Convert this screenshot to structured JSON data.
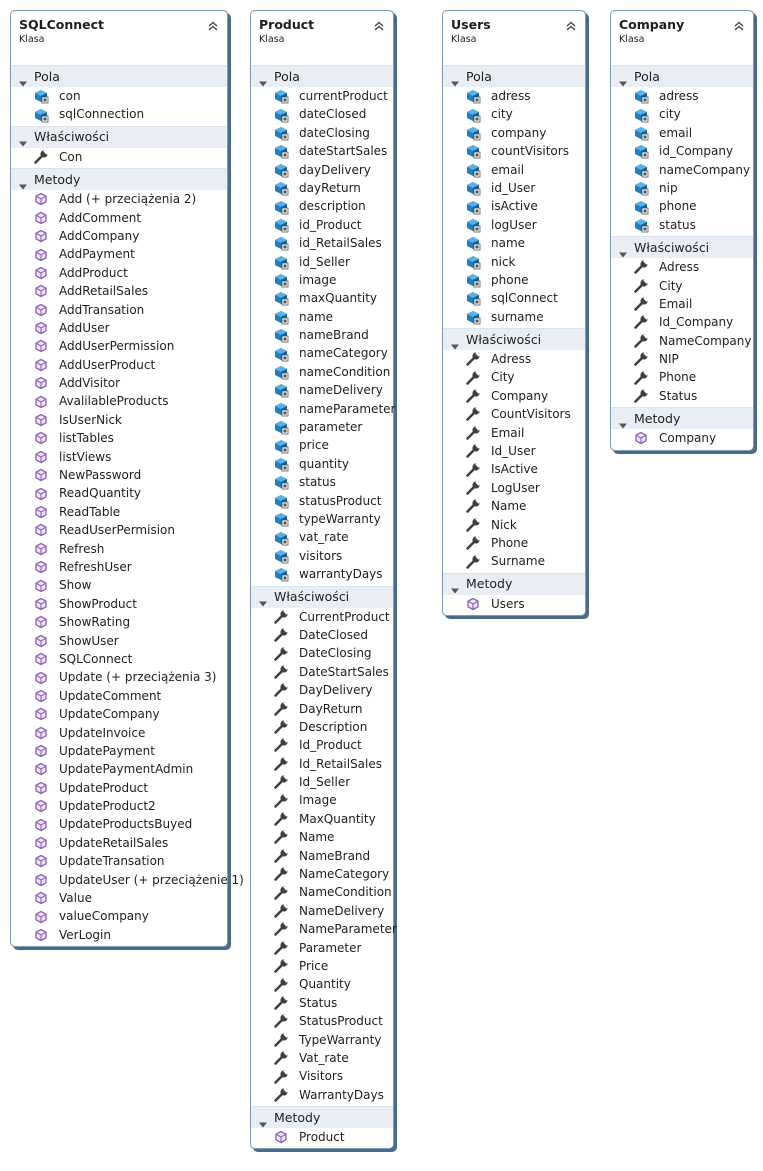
{
  "classes": [
    {
      "name": "SQLConnect",
      "kind": "Klasa",
      "sections": [
        {
          "title": "Pola",
          "type": "field",
          "items": [
            "con",
            "sqlConnection"
          ]
        },
        {
          "title": "Właściwości",
          "type": "property",
          "items": [
            "Con"
          ]
        },
        {
          "title": "Metody",
          "type": "method",
          "items": [
            "Add (+ przeciążenia 2)",
            "AddComment",
            "AddCompany",
            "AddPayment",
            "AddProduct",
            "AddRetailSales",
            "AddTransation",
            "AddUser",
            "AddUserPermission",
            "AddUserProduct",
            "AddVisitor",
            "AvalilableProducts",
            "IsUserNick",
            "listTables",
            "listViews",
            "NewPassword",
            "ReadQuantity",
            "ReadTable",
            "ReadUserPermision",
            "Refresh",
            "RefreshUser",
            "Show",
            "ShowProduct",
            "ShowRating",
            "ShowUser",
            "SQLConnect",
            "Update (+ przeciążenia 3)",
            "UpdateComment",
            "UpdateCompany",
            "UpdateInvoice",
            "UpdatePayment",
            "UpdatePaymentAdmin",
            "UpdateProduct",
            "UpdateProduct2",
            "UpdateProductsBuyed",
            "UpdateRetailSales",
            "UpdateTransation",
            "UpdateUser (+ przeciążenie 1)",
            "Value",
            "valueCompany",
            "VerLogin"
          ]
        }
      ]
    },
    {
      "name": "Product",
      "kind": "Klasa",
      "sections": [
        {
          "title": "Pola",
          "type": "field",
          "items": [
            "currentProduct",
            "dateClosed",
            "dateClosing",
            "dateStartSales",
            "dayDelivery",
            "dayReturn",
            "description",
            "id_Product",
            "id_RetailSales",
            "id_Seller",
            "image",
            "maxQuantity",
            "name",
            "nameBrand",
            "nameCategory",
            "nameCondition",
            "nameDelivery",
            "nameParameter",
            "parameter",
            "price",
            "quantity",
            "status",
            "statusProduct",
            "typeWarranty",
            "vat_rate",
            "visitors",
            "warrantyDays"
          ]
        },
        {
          "title": "Właściwości",
          "type": "property",
          "items": [
            "CurrentProduct",
            "DateClosed",
            "DateClosing",
            "DateStartSales",
            "DayDelivery",
            "DayReturn",
            "Description",
            "Id_Product",
            "Id_RetailSales",
            "Id_Seller",
            "Image",
            "MaxQuantity",
            "Name",
            "NameBrand",
            "NameCategory",
            "NameCondition",
            "NameDelivery",
            "NameParameter",
            "Parameter",
            "Price",
            "Quantity",
            "Status",
            "StatusProduct",
            "TypeWarranty",
            "Vat_rate",
            "Visitors",
            "WarrantyDays"
          ]
        },
        {
          "title": "Metody",
          "type": "method",
          "items": [
            "Product"
          ]
        }
      ]
    },
    {
      "name": "Users",
      "kind": "Klasa",
      "sections": [
        {
          "title": "Pola",
          "type": "field",
          "items": [
            "adress",
            "city",
            "company",
            "countVisitors",
            "email",
            "id_User",
            "isActive",
            "logUser",
            "name",
            "nick",
            "phone",
            "sqlConnect",
            "surname"
          ]
        },
        {
          "title": "Właściwości",
          "type": "property",
          "items": [
            "Adress",
            "City",
            "Company",
            "CountVisitors",
            "Email",
            "Id_User",
            "IsActive",
            "LogUser",
            "Name",
            "Nick",
            "Phone",
            "Surname"
          ]
        },
        {
          "title": "Metody",
          "type": "method",
          "items": [
            "Users"
          ]
        }
      ]
    },
    {
      "name": "Company",
      "kind": "Klasa",
      "sections": [
        {
          "title": "Pola",
          "type": "field",
          "items": [
            "adress",
            "city",
            "email",
            "id_Company",
            "nameCompany",
            "nip",
            "phone",
            "status"
          ]
        },
        {
          "title": "Właściwości",
          "type": "property",
          "items": [
            "Adress",
            "City",
            "Email",
            "Id_Company",
            "NameCompany",
            "NIP",
            "Phone",
            "Status"
          ]
        },
        {
          "title": "Metody",
          "type": "method",
          "items": [
            "Company"
          ]
        }
      ]
    }
  ],
  "icons": {
    "field": "field-icon",
    "property": "wrench-icon",
    "method": "method-cube-icon",
    "collapse": "chevron-double-up-icon",
    "section": "triangle-down-icon"
  },
  "colors": {
    "section_bg": "#e9eef5",
    "border": "#7f9db9",
    "method_icon": "#8b5fb8",
    "field_icon": "#1e7fc4",
    "property_icon": "#404040"
  }
}
